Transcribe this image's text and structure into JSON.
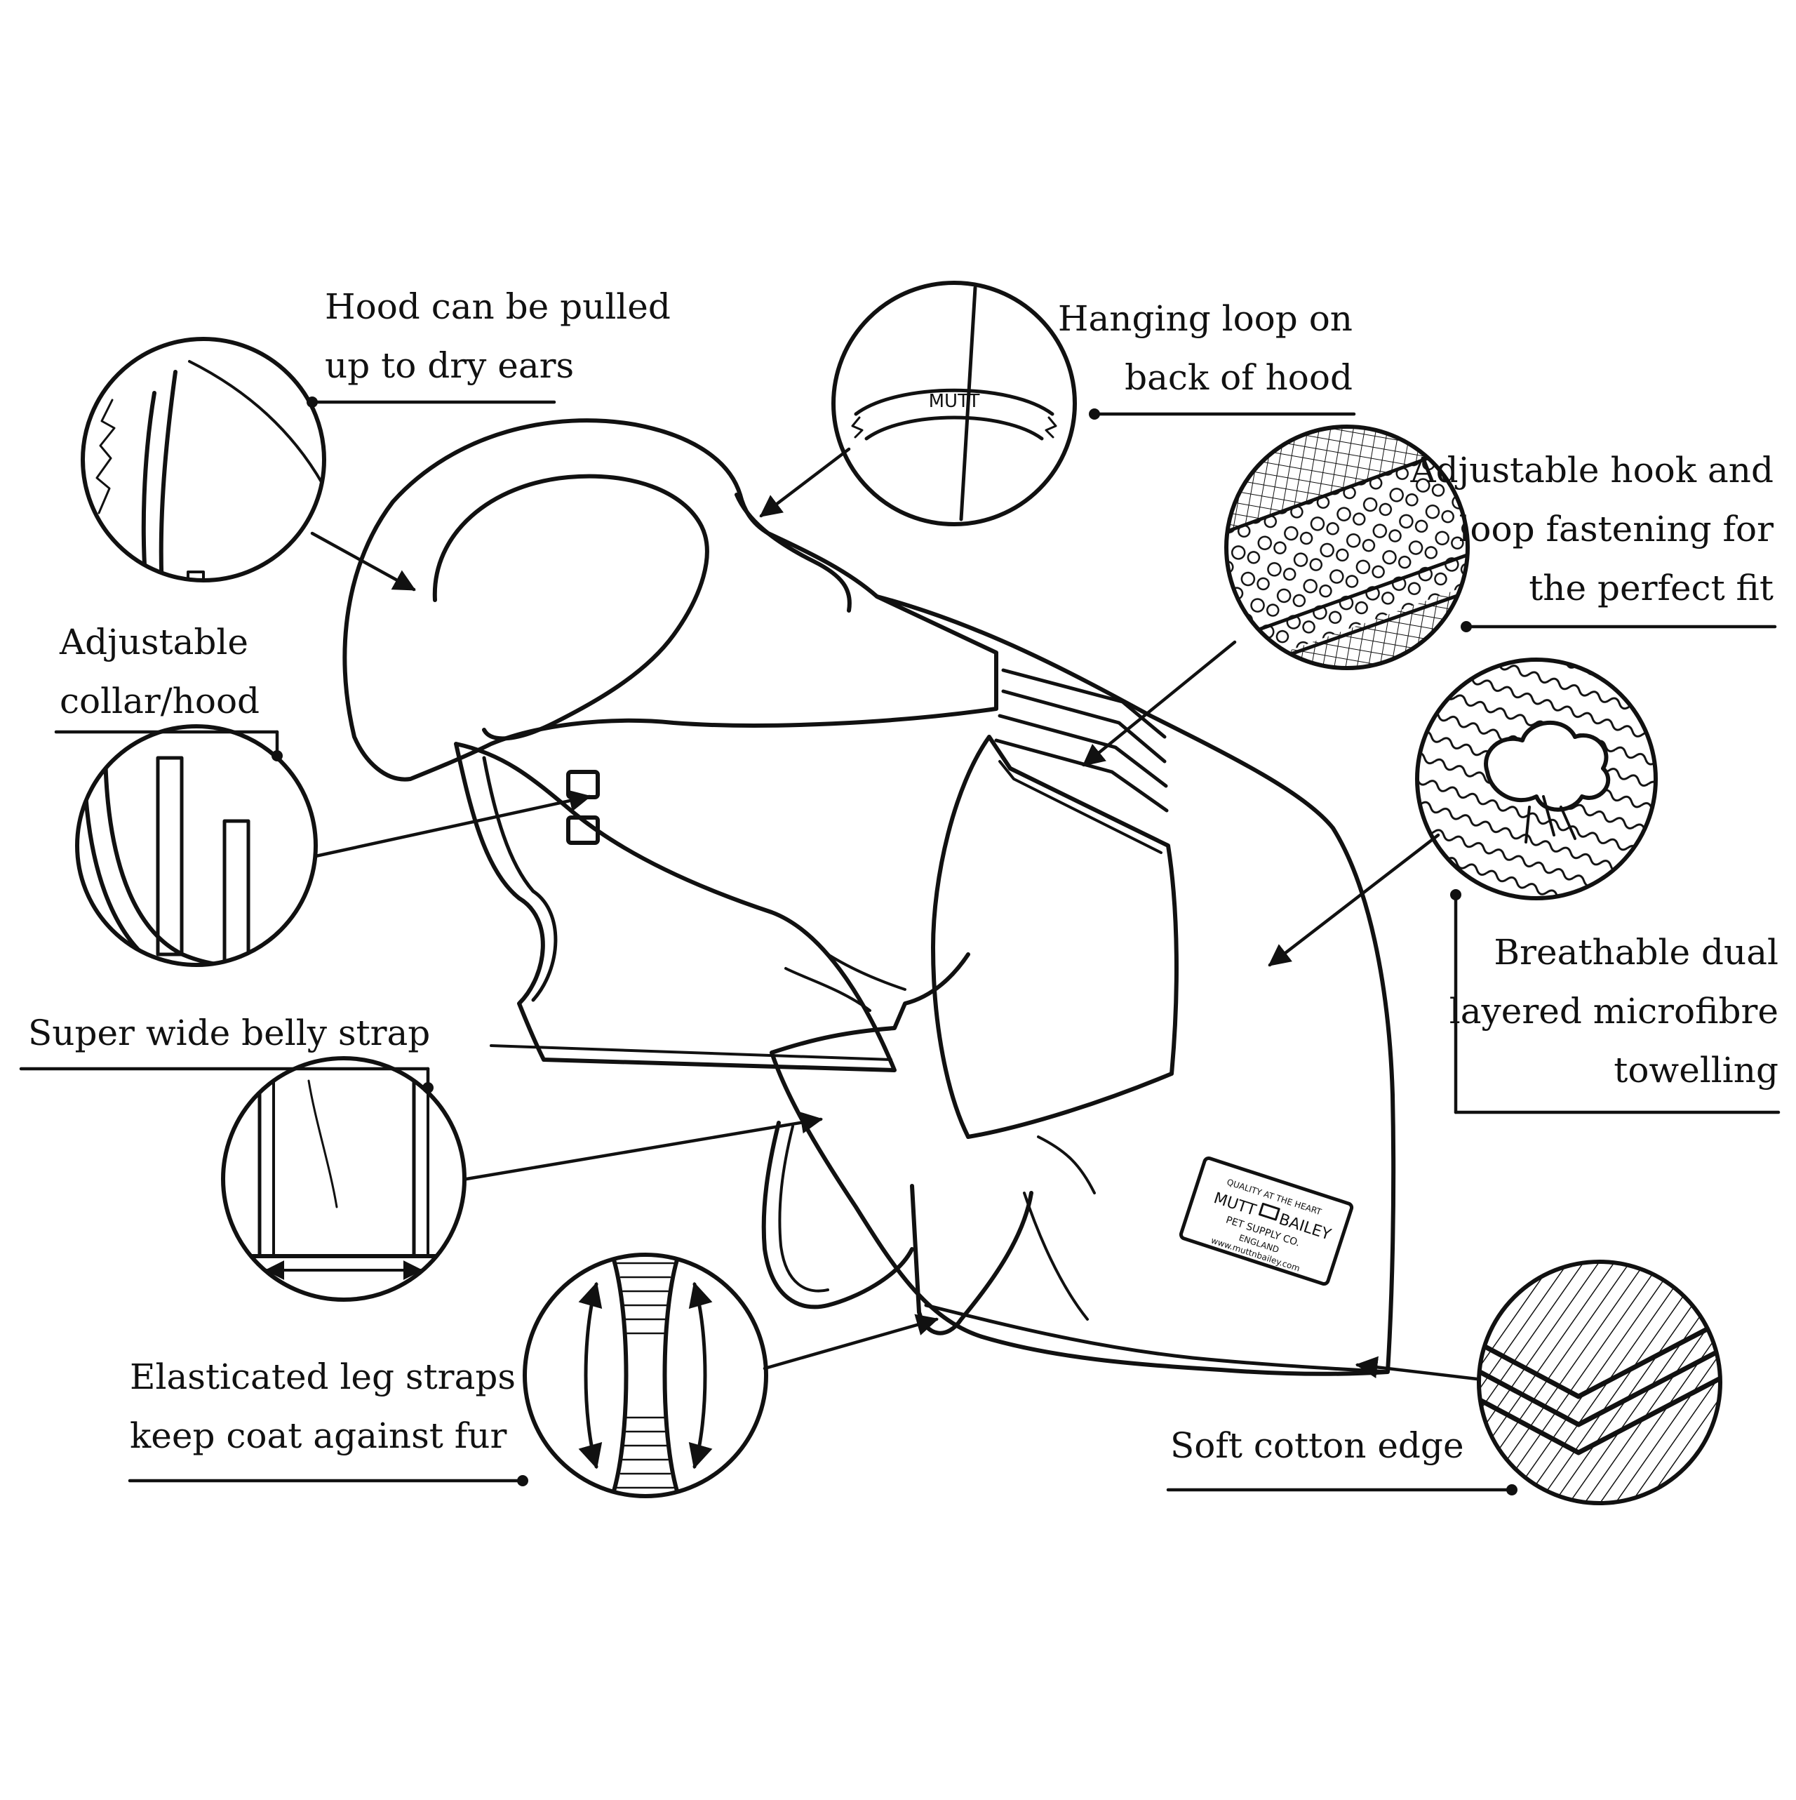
{
  "colors": {
    "ink": "#111111",
    "paper": "#ffffff"
  },
  "callouts": {
    "hood": [
      "Hood can be pulled",
      "up to dry ears"
    ],
    "hanging_loop": [
      "Hanging loop on",
      "back of hood"
    ],
    "hook_loop": [
      "Adjustable hook and",
      "loop fastening for",
      "the perfect fit"
    ],
    "collar": [
      "Adjustable",
      "collar/hood"
    ],
    "towelling": [
      "Breathable dual",
      "layered microfibre",
      "towelling"
    ],
    "belly_strap": [
      "Super wide belly strap"
    ],
    "leg_straps": [
      "Elasticated leg straps",
      "keep coat against fur"
    ],
    "cotton_edge": [
      "Soft cotton edge"
    ]
  },
  "brand_tag": {
    "line1": "QUALITY AT THE HEART",
    "line2": "MUTT",
    "line3": "BAILEY",
    "line4": "PET SUPPLY CO.",
    "line5": "ENGLAND",
    "line6": "www.muttnbailey.com"
  },
  "icons": [
    "cloud-icon",
    "brand-logo"
  ]
}
